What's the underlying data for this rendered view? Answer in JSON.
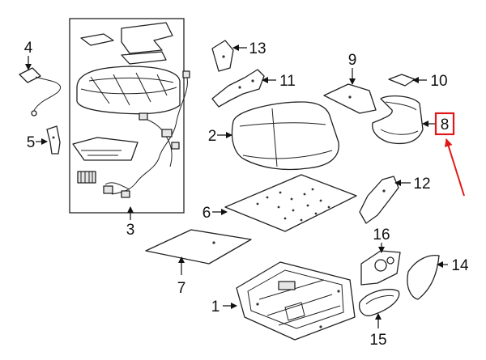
{
  "callouts": {
    "c1": "1",
    "c2": "2",
    "c3": "3",
    "c4": "4",
    "c5": "5",
    "c6": "6",
    "c7": "7",
    "c8": "8",
    "c9": "9",
    "c10": "10",
    "c11": "11",
    "c12": "12",
    "c13": "13",
    "c14": "14",
    "c15": "15",
    "c16": "16"
  },
  "highlight": {
    "callout": "8",
    "box_color": "#e01818",
    "arrow_color": "#e01818"
  }
}
